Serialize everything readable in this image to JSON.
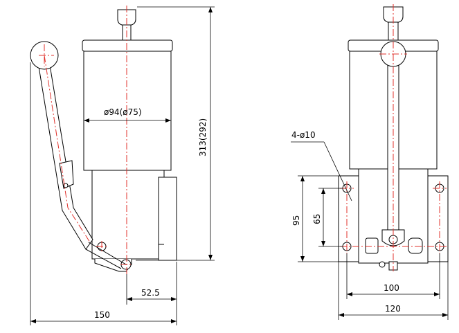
{
  "drawing": {
    "side_view": {
      "dimensions": {
        "diameter": "ø94(ø75)",
        "height": "313(292)",
        "offset": "52.5",
        "total_width": "150"
      }
    },
    "front_view": {
      "dimensions": {
        "holes": "4-ø10",
        "outer_height": "95",
        "inner_height": "65",
        "inner_width": "100",
        "outer_width": "120"
      }
    },
    "colors": {
      "outline": "#000000",
      "centerline": "#e0302b",
      "background": "#ffffff"
    }
  }
}
